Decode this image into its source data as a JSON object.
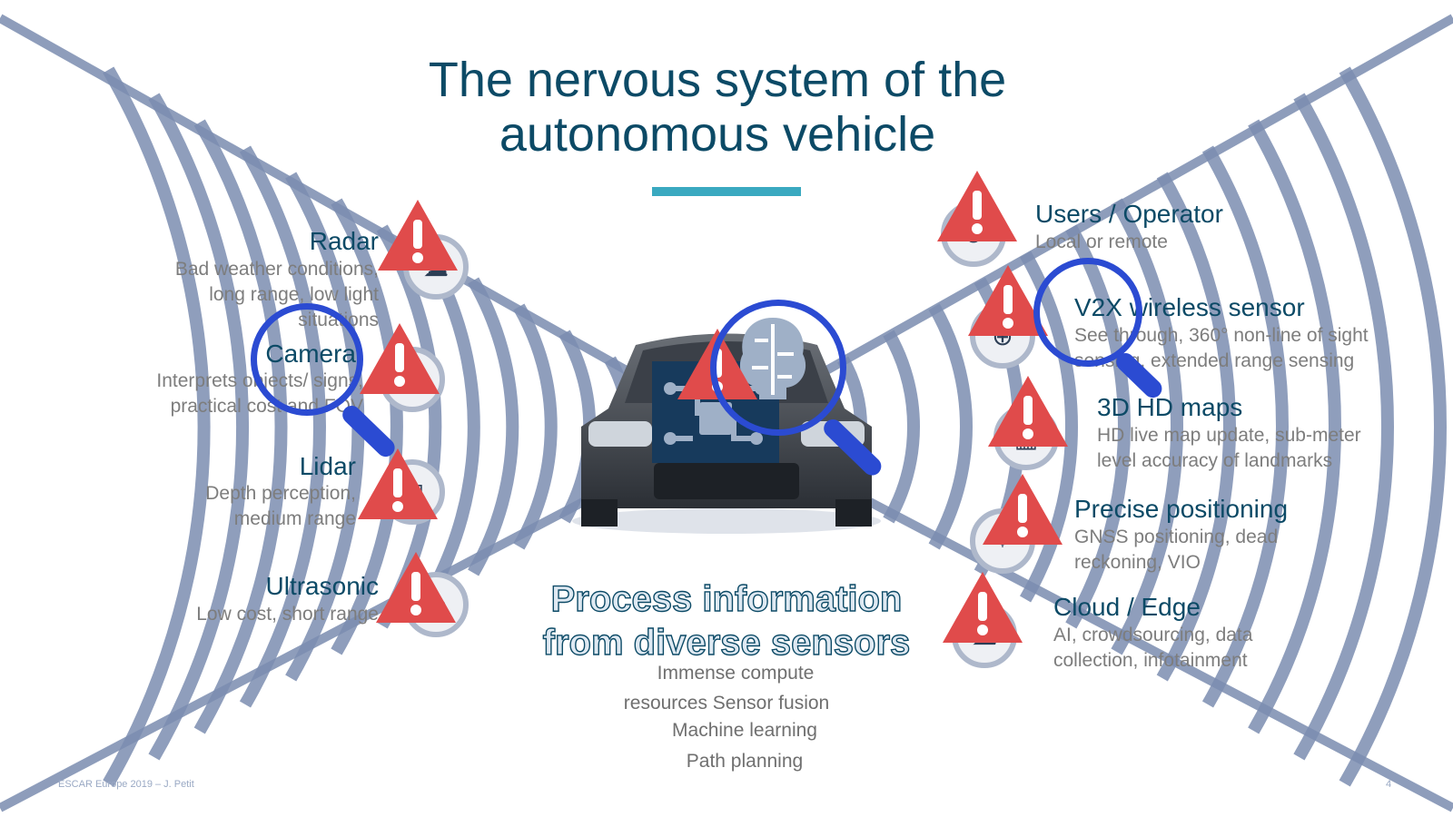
{
  "title": "The nervous system of the\nautonomous vehicle",
  "colors": {
    "title": "#0c4a66",
    "accent_rule": "#3aa9c0",
    "waves": "#7b8db0",
    "warning": "#e04b4b",
    "magnifier": "#2b4bd2",
    "desc": "#7d7d7d"
  },
  "left_sensors": [
    {
      "name": "Radar",
      "desc": "Bad weather conditions,\nlong range, low light\nsituations",
      "icon": "radar-icon"
    },
    {
      "name": "Camera",
      "desc": "Interprets objects/ signs,\npractical cost and FOV",
      "icon": "camera-icon"
    },
    {
      "name": "Lidar",
      "desc": "Depth perception,\nmedium range",
      "icon": "lidar-icon"
    },
    {
      "name": "Ultrasonic",
      "desc": "Low cost, short range",
      "icon": "ultrasonic-icon"
    }
  ],
  "right_sensors": [
    {
      "name": "Users / Operator",
      "desc": "Local or remote",
      "icon": "user-icon"
    },
    {
      "name": "V2X wireless sensor",
      "desc": "See through, 360° non-line of sight\nsensing, extended range sensing",
      "icon": "v2x-icon"
    },
    {
      "name": "3D HD maps",
      "desc": "HD live map update, sub-meter\nlevel accuracy of landmarks",
      "icon": "map-icon"
    },
    {
      "name": "Precise positioning",
      "desc": "GNSS positioning, dead\nreckoning, VIO",
      "icon": "location-pin-icon"
    },
    {
      "name": "Cloud / Edge",
      "desc": "AI, crowdsourcing, data\ncollection, infotainment",
      "icon": "cloud-icon"
    }
  ],
  "center": {
    "heading": "Process information\nfrom diverse sensors",
    "lines": [
      "Immense compute",
      "resources  Sensor fusion",
      "Machine learning",
      "Path planning"
    ],
    "icons": [
      "car-icon",
      "chip-icon",
      "brain-icon"
    ]
  },
  "footer": {
    "left": "ESCAR Europe 2019 – J. Petit",
    "page": "4"
  }
}
